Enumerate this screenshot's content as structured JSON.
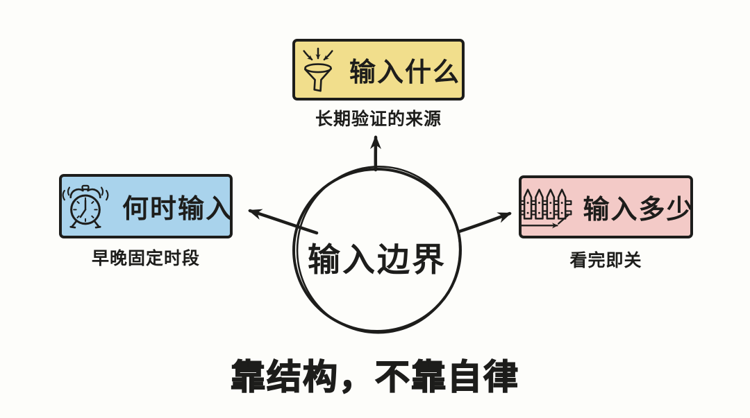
{
  "page": {
    "background": "#fdfdfa",
    "stroke_color": "#1d1d1b"
  },
  "diagram": {
    "center": {
      "label": "输入边界"
    },
    "nodes": [
      {
        "id": "what-to-input",
        "position": "top",
        "label": "输入什么",
        "caption": "长期验证的来源",
        "icon": "funnel-icon",
        "color": "#F1DE8C"
      },
      {
        "id": "when-to-input",
        "position": "left",
        "label": "何时输入",
        "caption": "早晚固定时段",
        "icon": "alarm-clock-icon",
        "color": "#A9D3EC"
      },
      {
        "id": "how-much-to-input",
        "position": "right",
        "label": "输入多少",
        "caption": "看完即关",
        "icon": "fence-icon",
        "color": "#F3CAC7"
      }
    ],
    "footer": "靠结构，不靠自律"
  }
}
